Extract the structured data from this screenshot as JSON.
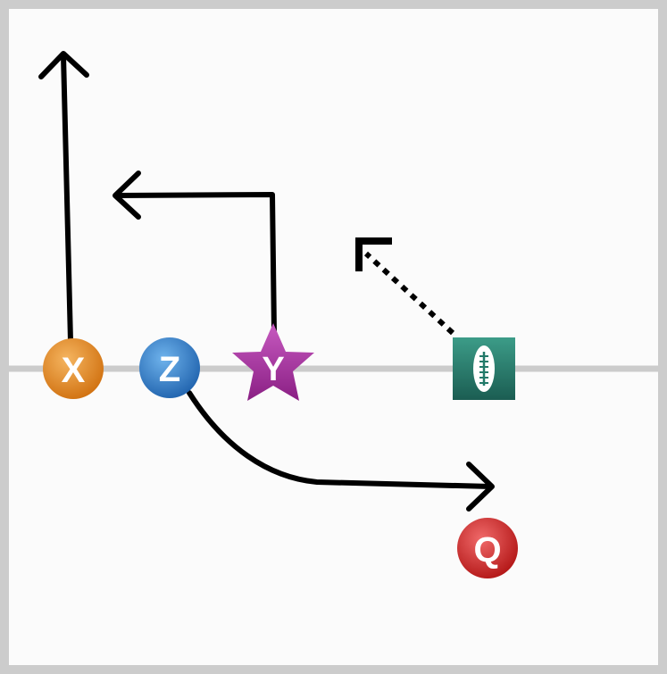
{
  "colors": {
    "field_background": "#fbfbfb",
    "field_border": "#cccccc",
    "line_of_scrimmage": "#cccccc",
    "route": "#000000",
    "x_player": "#e07f1a",
    "z_player": "#2a78c8",
    "y_player": "#a0309a",
    "center_player": "#237a6a",
    "q_player": "#cc2121"
  },
  "players": {
    "x": {
      "label": "X",
      "shape": "circle"
    },
    "z": {
      "label": "Z",
      "shape": "circle"
    },
    "y": {
      "label": "Y",
      "shape": "star"
    },
    "center": {
      "icon": "football-icon",
      "shape": "square"
    },
    "q": {
      "label": "Q",
      "shape": "circle"
    }
  },
  "routes": {
    "x_route": {
      "style": "solid",
      "type": "go"
    },
    "y_route": {
      "style": "solid",
      "type": "out"
    },
    "z_route": {
      "style": "solid",
      "type": "wheel-flat"
    },
    "center_route": {
      "style": "dotted",
      "type": "diagonal"
    }
  }
}
